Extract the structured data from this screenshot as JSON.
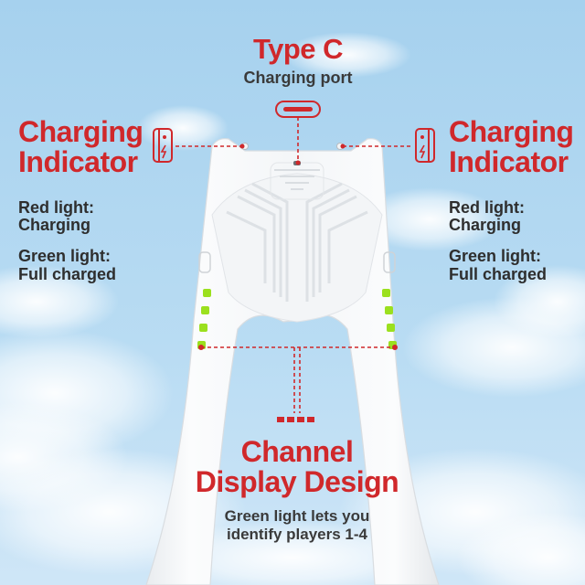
{
  "type_c": {
    "title": "Type C",
    "subtitle": "Charging port"
  },
  "left_indicator": {
    "title_line1": "Charging",
    "title_line2": "Indicator",
    "red_line1": "Red light:",
    "red_line2": "Charging",
    "green_line1": "Green light:",
    "green_line2": "Full charged"
  },
  "right_indicator": {
    "title_line1": "Charging",
    "title_line2": "Indicator",
    "red_line1": "Red light:",
    "red_line2": "Charging",
    "green_line1": "Green light:",
    "green_line2": "Full charged"
  },
  "channel": {
    "title_line1": "Channel",
    "title_line2": "Display Design",
    "desc_line1": "Green light lets you",
    "desc_line2": "identify players 1-4"
  },
  "colors": {
    "accent_red": "#d0282b",
    "led_green": "#9be01e",
    "sky_top": "#a9d3ef",
    "sky_bottom": "#c9e4f6",
    "grip_white": "#f7f8f9"
  },
  "icons": [
    "joycon-icon",
    "usb-c-port-icon",
    "led-light-icon"
  ]
}
